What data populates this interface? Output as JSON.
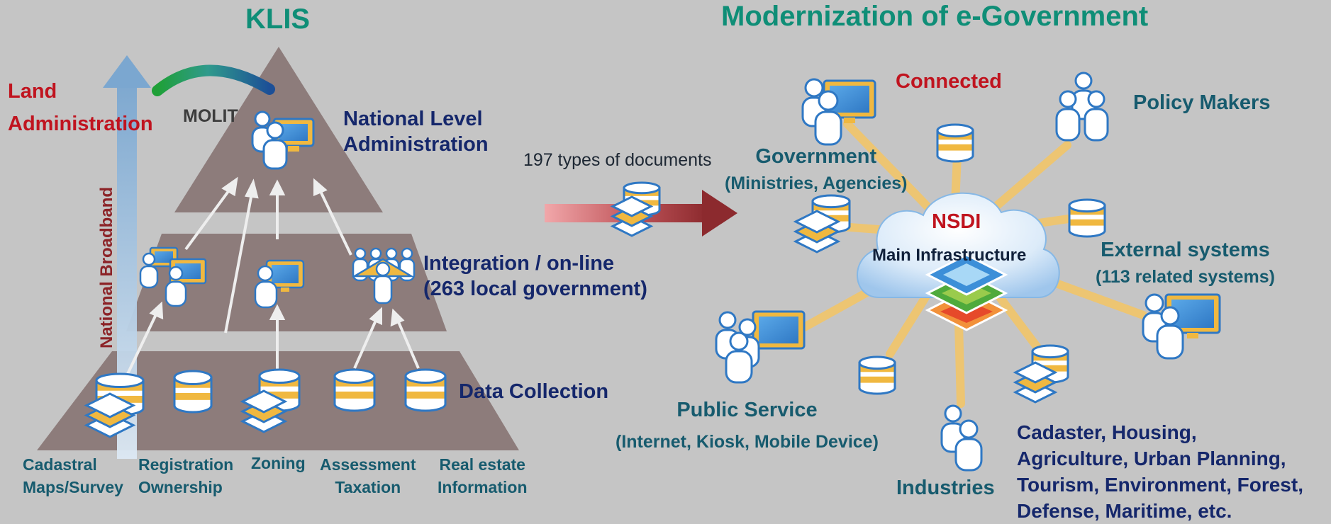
{
  "titles": {
    "left": "KLIS",
    "right": "Modernization of e-Government"
  },
  "klis": {
    "land_administration": [
      "Land",
      "Administration"
    ],
    "molit": "MOLIT",
    "broadband": "National Broadband",
    "levels": {
      "national": [
        "National Level",
        "Administration"
      ],
      "integration": [
        "Integration / on-line",
        "(263 local government)"
      ],
      "data_collection": "Data Collection"
    },
    "bottom_labels": [
      [
        "Cadastral",
        "Maps/Survey"
      ],
      [
        "Registration",
        "Ownership"
      ],
      [
        "Zoning"
      ],
      [
        "Assessment",
        "Taxation"
      ],
      [
        "Real estate",
        "Information"
      ]
    ]
  },
  "flow": {
    "documents_label": "197 types of documents"
  },
  "egov": {
    "connected": "Connected",
    "nsdi": "NSDI",
    "main_infrastructure": "Main Infrastructure",
    "government": [
      "Government",
      "(Ministries, Agencies)"
    ],
    "policy_makers": "Policy Makers",
    "external_systems": [
      "External systems",
      "(113 related systems)"
    ],
    "public_service": [
      "Public Service",
      "(Internet, Kiosk, Mobile Device)"
    ],
    "industries": "Industries",
    "industries_list": [
      "Cadaster, Housing,",
      "Agriculture, Urban Planning,",
      "Tourism, Environment, Forest,",
      "Defense, Maritime, etc."
    ]
  },
  "colors": {
    "background": "#c5c5c5",
    "pyramid": "#8d7c7b",
    "teal_title": "#0f8e77",
    "red_text": "#c0141f",
    "navy_text": "#15276b",
    "icon_blue": "#2f78c4",
    "icon_gold": "#f0b840",
    "ray": "#f0c56e"
  }
}
